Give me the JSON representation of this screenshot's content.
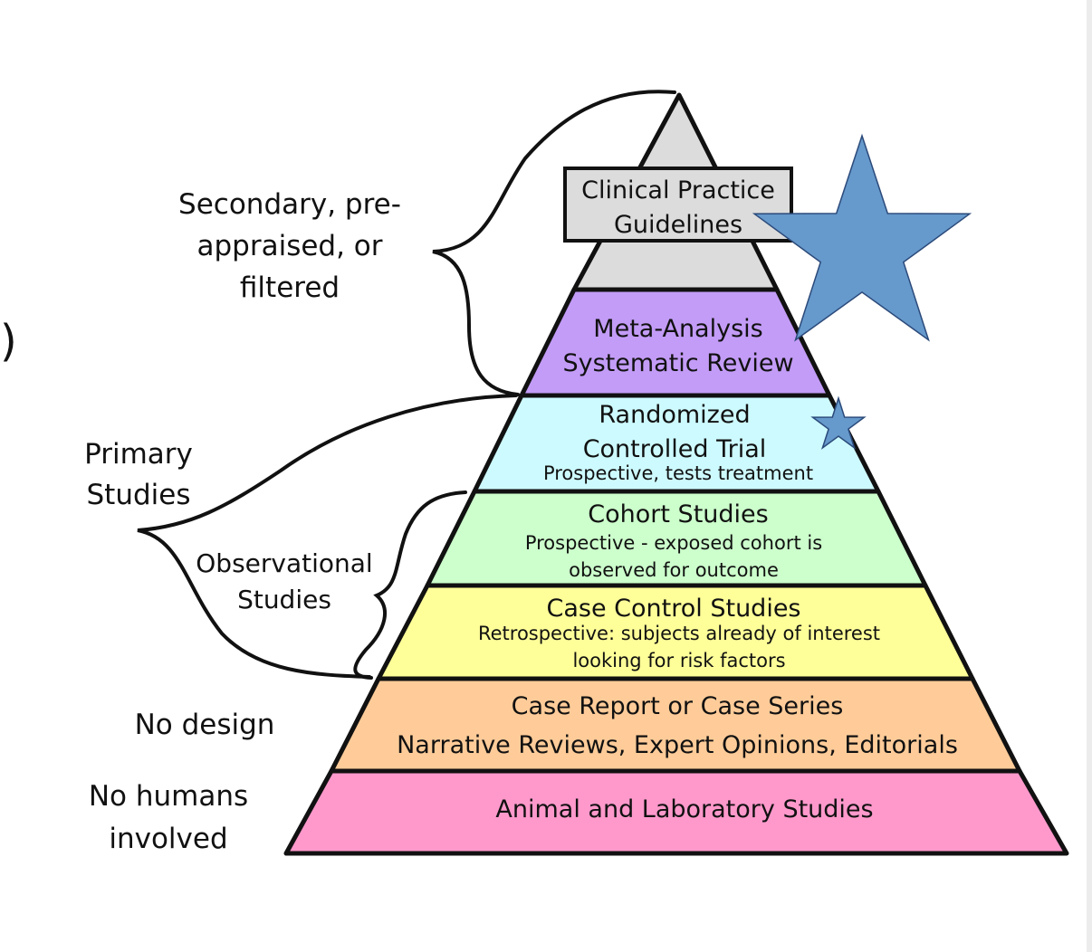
{
  "edge_fragment": ")",
  "pyramid": {
    "apex": "Clinical Practice Guidelines",
    "levels": [
      {
        "title": "Clinical Practice",
        "title2": "Guidelines",
        "color": "#dcdcdc"
      },
      {
        "title": "Meta-Analysis",
        "title2": "Systematic Review",
        "color": "#c39cf7"
      },
      {
        "title": "Randomized",
        "title2": "Controlled Trial",
        "sub": "Prospective, tests treatment",
        "color": "#cdfaff"
      },
      {
        "title": "Cohort Studies",
        "sub": "Prospective - exposed cohort is",
        "sub2": "observed for outcome",
        "color": "#ccffcc"
      },
      {
        "title": "Case Control Studies",
        "sub": "Retrospective: subjects already of interest",
        "sub2": "looking for risk factors",
        "color": "#ffff99"
      },
      {
        "title": "Case Report or Case Series",
        "title2": "Narrative Reviews, Expert Opinions, Editorials",
        "color": "#ffcc99"
      },
      {
        "title": "Animal and Laboratory Studies",
        "color": "#ff99cc"
      }
    ]
  },
  "side_labels": {
    "secondary": [
      "Secondary, pre-",
      "appraised, or",
      "filtered"
    ],
    "primary": [
      "Primary",
      "Studies"
    ],
    "observational": [
      "Observational",
      "Studies"
    ],
    "no_design": "No design",
    "no_humans": [
      "No humans",
      "involved"
    ]
  },
  "colors": {
    "star_fill": "#6699cc",
    "star_stroke": "#2b4a7a",
    "outline": "#111111"
  }
}
